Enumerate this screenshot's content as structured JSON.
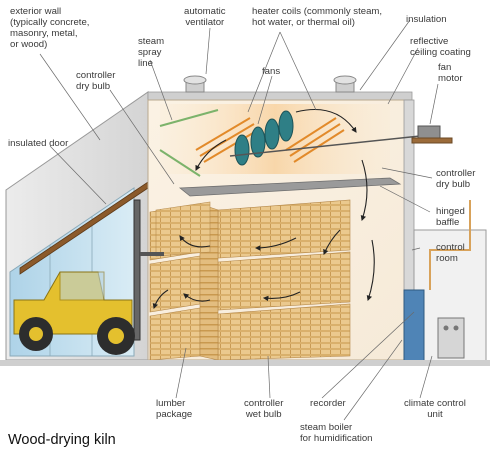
{
  "title": "Wood-drying kiln",
  "labels": {
    "exterior_wall": "exterior wall\n(typically concrete,\nmasonry, metal,\nor wood)",
    "automatic_ventilator": "automatic\nventilator",
    "heater_coils": "heater coils (commonly steam,\nhot water, or thermal oil)",
    "insulation": "insulation",
    "reflective_ceiling": "reflective\nceiling coating",
    "steam_spray_line": "steam\nspray\nline",
    "fans": "fans",
    "fan_motor": "fan\nmotor",
    "controller_dry_bulb_left": "controller\ndry bulb",
    "insulated_door": "insulated door",
    "controller_dry_bulb_right": "controller\ndry bulb",
    "hinged_baffle": "hinged\nbaffle",
    "control_room": "control\nroom",
    "lumber_package": "lumber\npackage",
    "controller_wet_bulb": "controller\nwet bulb",
    "recorder": "recorder",
    "climate_control_unit": "climate control\nunit",
    "steam_boiler": "steam boiler\nfor humidification"
  }
}
